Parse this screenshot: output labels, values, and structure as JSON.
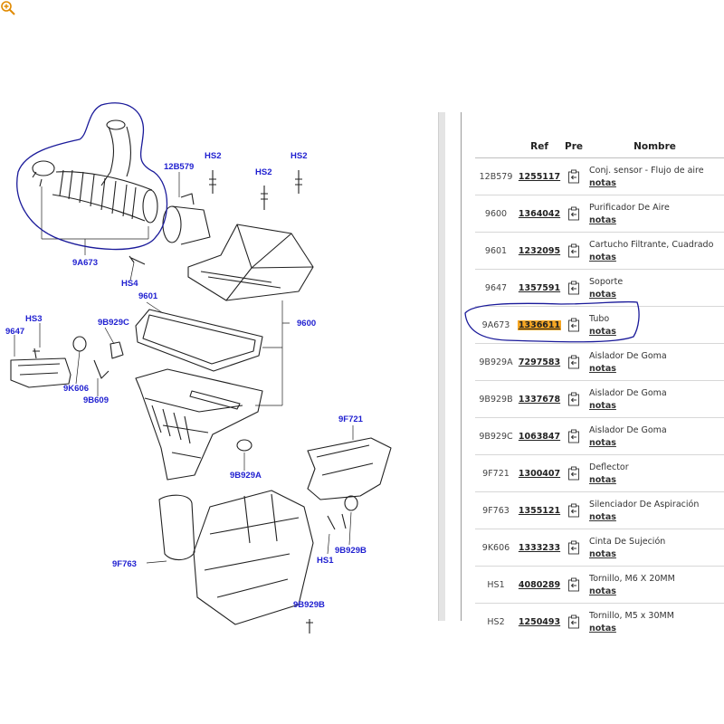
{
  "table": {
    "headers": {
      "ref": "Ref",
      "pre": "Pre",
      "name": "Nombre"
    },
    "notes_label": "notas",
    "highlighted_row": 4,
    "rows": [
      {
        "code": "12B579",
        "ref": "1255117",
        "name": "Conj. sensor - Flujo de aire"
      },
      {
        "code": "9600",
        "ref": "1364042",
        "name": "Purificador De Aire"
      },
      {
        "code": "9601",
        "ref": "1232095",
        "name": "Cartucho Filtrante, Cuadrado"
      },
      {
        "code": "9647",
        "ref": "1357591",
        "name": "Soporte"
      },
      {
        "code": "9A673",
        "ref": "1336611",
        "name": "Tubo"
      },
      {
        "code": "9B929A",
        "ref": "7297583",
        "name": "Aislador De Goma"
      },
      {
        "code": "9B929B",
        "ref": "1337678",
        "name": "Aislador De Goma"
      },
      {
        "code": "9B929C",
        "ref": "1063847",
        "name": "Aislador De Goma"
      },
      {
        "code": "9F721",
        "ref": "1300407",
        "name": "Deflector"
      },
      {
        "code": "9F763",
        "ref": "1355121",
        "name": "Silenciador De Aspiración"
      },
      {
        "code": "9K606",
        "ref": "1333233",
        "name": "Cinta De Sujeción"
      },
      {
        "code": "HS1",
        "ref": "4080289",
        "name": "Tornillo, M6 X 20MM"
      },
      {
        "code": "HS2",
        "ref": "1250493",
        "name": "Tornillo, M5 x 30MM"
      }
    ]
  },
  "diagram": {
    "callouts": {
      "c9a673": "9A673",
      "c12b579": "12B579",
      "hs2a": "HS2",
      "hs2b": "HS2",
      "hs2c": "HS2",
      "hs4": "HS4",
      "c9601": "9601",
      "c9600": "9600",
      "hs3": "HS3",
      "c9647": "9647",
      "c9b929c": "9B929C",
      "c9k606": "9K606",
      "c9b609": "9B609",
      "c9b929a": "9B929A",
      "c9f721": "9F721",
      "c9f763": "9F763",
      "hs1": "HS1",
      "c9b929b": "9B929B",
      "c9b929b2": "9B929B"
    }
  },
  "colors": {
    "callout": "#1f1fd0",
    "annotation": "#1a1a9a",
    "highlight": "#f6a623"
  },
  "icons": {
    "zoom": "zoom-in-icon",
    "basket": "add-to-basket-icon"
  }
}
